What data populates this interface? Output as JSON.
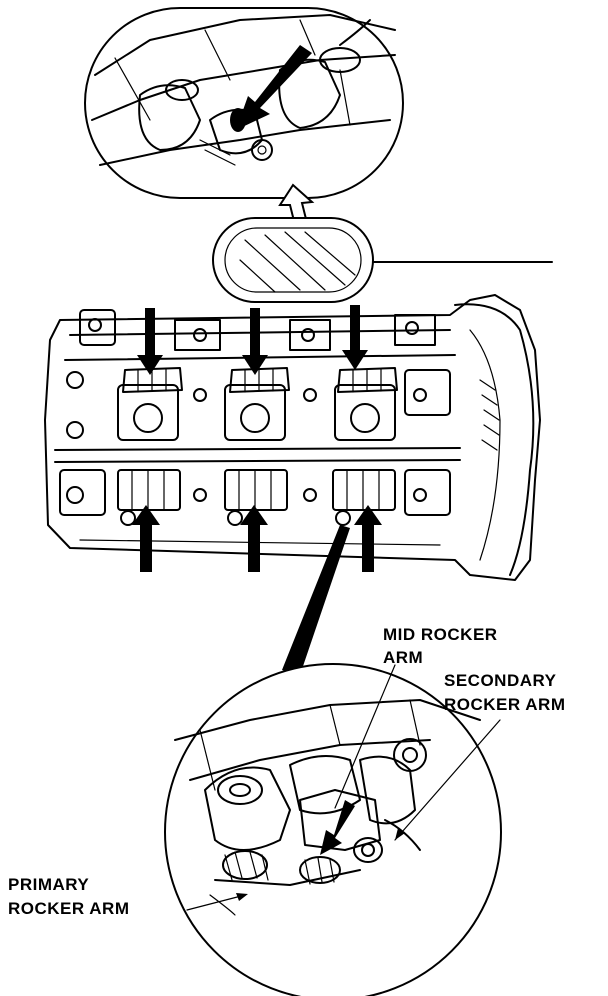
{
  "labels": {
    "mid_rocker_line1": "MID ROCKER",
    "mid_rocker_line2": "ARM",
    "secondary_rocker_line1": "SECONDARY",
    "secondary_rocker_line2": "ROCKER ARM",
    "primary_rocker_line1": "PRIMARY",
    "primary_rocker_line2": "ROCKER ARM"
  },
  "colors": {
    "ink": "#000000",
    "paper": "#ffffff"
  }
}
